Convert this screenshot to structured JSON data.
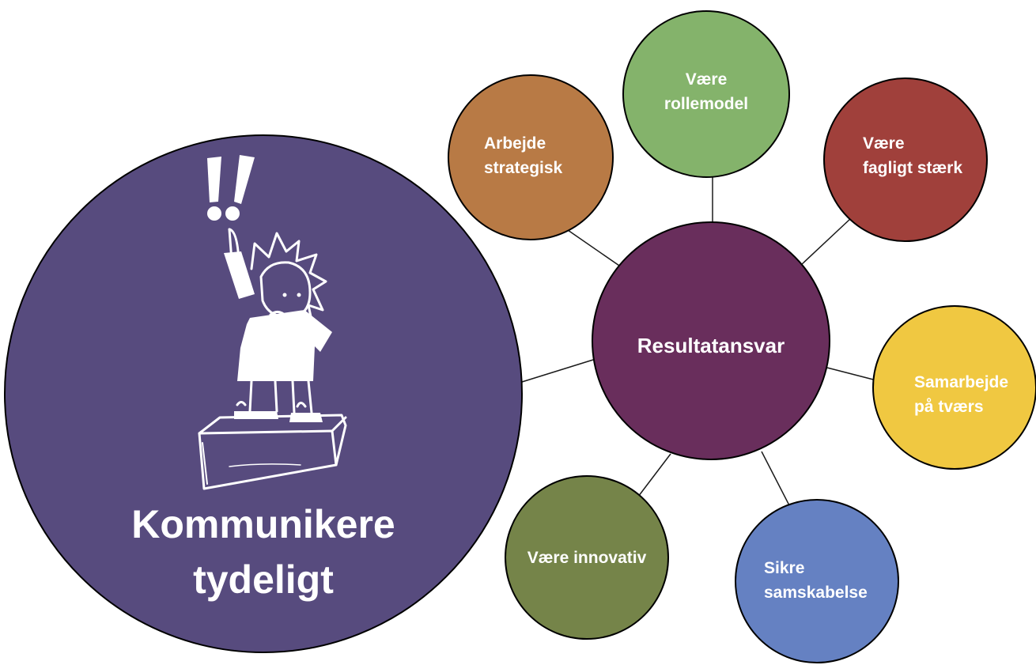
{
  "diagram": {
    "center": {
      "label": "Resultatansvar",
      "color": "#692e5c"
    },
    "main": {
      "line1": "Kommunikere",
      "line2": "tydeligt",
      "color": "#574b7e",
      "illustration": "person-pointing-on-box-sketch"
    },
    "nodes": [
      {
        "id": "arbejde-strategisk",
        "line1": "Arbejde",
        "line2": "strategisk",
        "color": "#b87a45"
      },
      {
        "id": "vaere-rollemodel",
        "line1": "Være",
        "line2": "rollemodel",
        "color": "#84b36b"
      },
      {
        "id": "vaere-fagligt-staerk",
        "line1": "Være",
        "line2": "fagligt stærk",
        "color": "#a0403b"
      },
      {
        "id": "samarbejde-paa-tvaers",
        "line1": "Samarbejde",
        "line2": "på tværs",
        "color": "#f0c841"
      },
      {
        "id": "sikre-samskabelse",
        "line1": "Sikre",
        "line2": "samskabelse",
        "color": "#6581c2"
      },
      {
        "id": "vaere-innovativ",
        "line1": "Være innovativ",
        "line2": "",
        "color": "#758449"
      }
    ]
  }
}
